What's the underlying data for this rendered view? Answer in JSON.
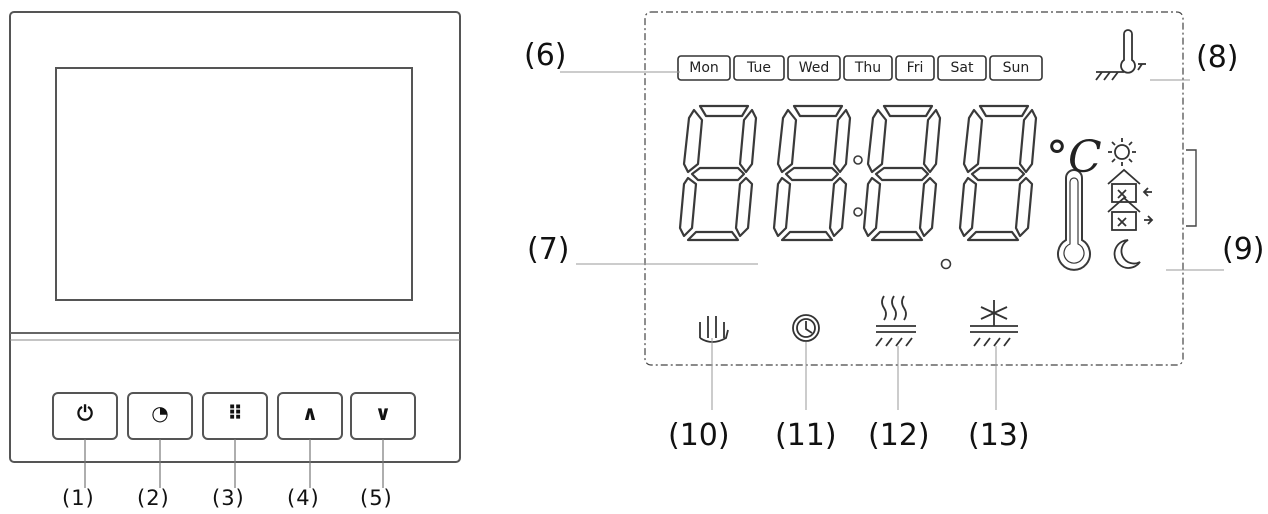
{
  "panel": {
    "buttons": [
      {
        "id": "power",
        "glyph": "⏻",
        "icon": "power-icon",
        "number": "(1)"
      },
      {
        "id": "clock",
        "glyph": "◔",
        "icon": "clock-icon",
        "number": "(2)"
      },
      {
        "id": "menu",
        "glyph": "⠿",
        "icon": "grid-icon",
        "number": "(3)"
      },
      {
        "id": "up",
        "glyph": "∧",
        "icon": "chevron-up-icon",
        "number": "(4)"
      },
      {
        "id": "down",
        "glyph": "∨",
        "icon": "chevron-down-icon",
        "number": "(5)"
      }
    ]
  },
  "lcd": {
    "days": [
      "Mon",
      "Tue",
      "Wed",
      "Thu",
      "Fri",
      "Sat",
      "Sun"
    ],
    "unit": "°C",
    "icons": {
      "floor_sensor": "floor-thermometer-icon",
      "sun": "sun-icon",
      "home_in": "house-arrow-in-icon",
      "home_out": "house-arrow-out-icon",
      "moon": "moon-icon",
      "hand": "hand-icon",
      "clock": "clock-icon",
      "heating": "heating-icon",
      "frost": "snowflake-icon",
      "thermometer": "thermometer-icon"
    }
  },
  "callouts": {
    "c6": "(6)",
    "c7": "(7)",
    "c8": "(8)",
    "c9": "(9)",
    "c10": "(10)",
    "c11": "(11)",
    "c12": "(12)",
    "c13": "(13)"
  },
  "colors": {
    "outline": "#555555",
    "lcd_stroke": "#3a3a3a",
    "leader": "#9a9a9a"
  }
}
